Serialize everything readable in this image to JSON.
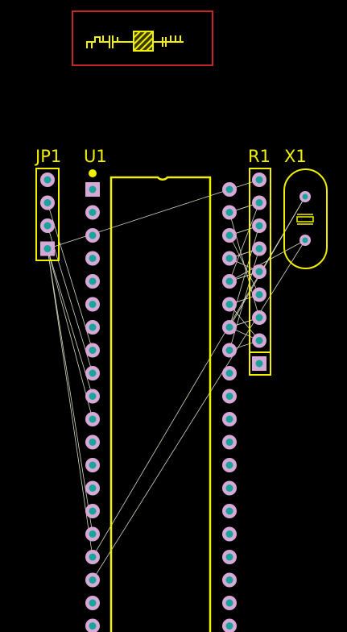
{
  "title_block": {
    "border_color": "#c62828"
  },
  "components": [
    {
      "id": "jp1",
      "label": "JP1",
      "pins": 4
    },
    {
      "id": "u1",
      "label": "U1",
      "pins_per_side": 20
    },
    {
      "id": "r1",
      "label": "R1",
      "pins": 9
    },
    {
      "id": "x1",
      "label": "X1",
      "pins": 2
    }
  ],
  "colors": {
    "background": "#000000",
    "silkscreen": "#f0f000",
    "pad": "#d6a8d6",
    "drill": "#1aa39a",
    "ratsnest": "#d8d8c0"
  }
}
